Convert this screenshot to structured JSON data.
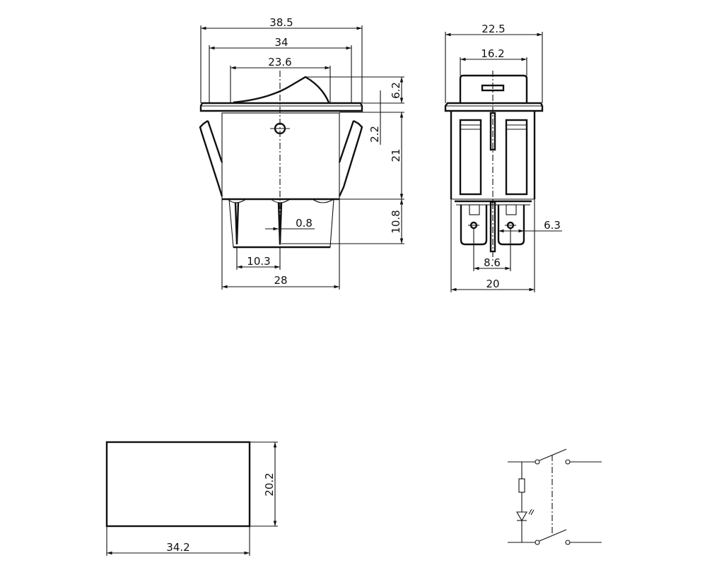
{
  "drawing": {
    "type": "rocker switch dimension drawing",
    "units": "mm"
  },
  "front_view": {
    "dimensions": {
      "overall_width": "38.5",
      "bezel_inner_width": "34",
      "rocker_width": "23.6",
      "rocker_height": "6.2",
      "bezel_thickness": "2.2",
      "body_height": "21",
      "terminal_length": "10.8",
      "terminal_thickness": "0.8",
      "terminal_pitch": "10.3",
      "body_width": "28"
    }
  },
  "side_view": {
    "dimensions": {
      "overall_width": "22.5",
      "rocker_width": "16.2",
      "terminal_width": "6.3",
      "terminal_pitch": "8.6",
      "body_width": "20"
    }
  },
  "panel_cutout": {
    "dimensions": {
      "width": "34.2",
      "height": "20.2"
    }
  },
  "schematic": {
    "components": [
      "double-pole switch",
      "resistor",
      "LED indicator"
    ]
  }
}
